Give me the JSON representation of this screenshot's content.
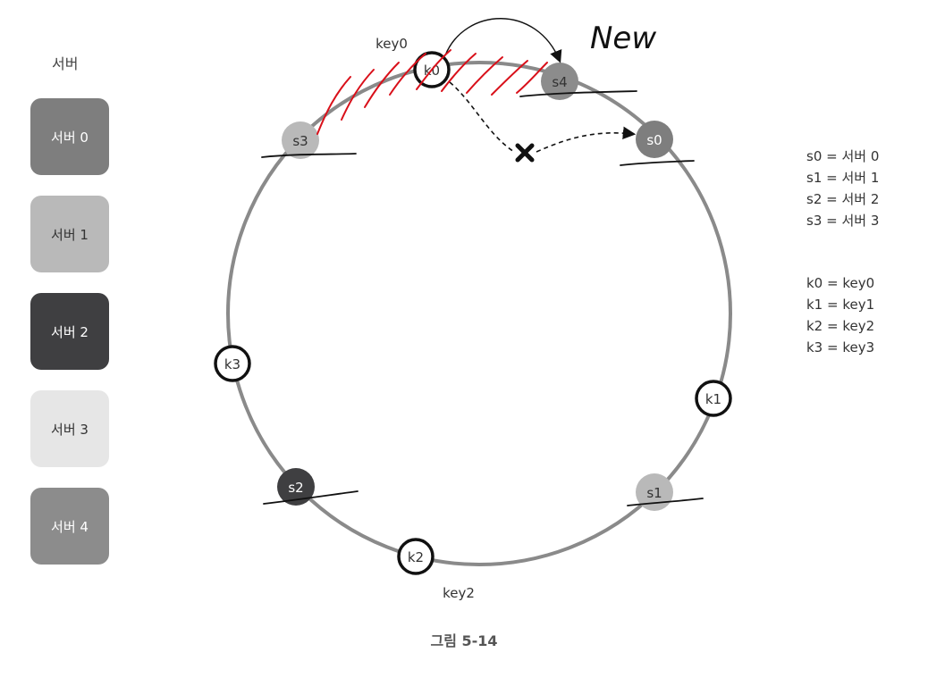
{
  "legend": {
    "title": "서버",
    "servers": [
      {
        "label": "서버 0",
        "color": "#7e7e7e",
        "text_color": "#ffffff"
      },
      {
        "label": "서버 1",
        "color": "#b9b9b9",
        "text_color": "#333333"
      },
      {
        "label": "서버 2",
        "color": "#3f3f41",
        "text_color": "#ffffff"
      },
      {
        "label": "서버 3",
        "color": "#e6e6e6",
        "text_color": "#333333"
      },
      {
        "label": "서버 4",
        "color": "#8c8c8c",
        "text_color": "#ffffff"
      }
    ]
  },
  "ring": {
    "servers": [
      {
        "label": "s3",
        "color": "#b9b9b9"
      },
      {
        "label": "s4",
        "color": "#8c8c8c"
      },
      {
        "label": "s0",
        "color": "#7e7e7e"
      },
      {
        "label": "s1",
        "color": "#b9b9b9"
      },
      {
        "label": "s2",
        "color": "#3f3f41"
      }
    ],
    "keys": [
      {
        "label": "k0",
        "caption": "key0"
      },
      {
        "label": "k1"
      },
      {
        "label": "k2",
        "caption": "key2"
      },
      {
        "label": "k3"
      }
    ],
    "handwritten_note": "New"
  },
  "mapping": {
    "servers": [
      "s0 = 서버 0",
      "s1 = 서버 1",
      "s2 = 서버 2",
      "s3 = 서버 3"
    ],
    "keys": [
      "k0 = key0",
      "k1 = key1",
      "k2 = key2",
      "k3 = key3"
    ]
  },
  "caption": "그림 5-14",
  "colors": {
    "ring": "#8a8a8a",
    "annotation_red": "#d9101a",
    "ink": "#111111"
  }
}
